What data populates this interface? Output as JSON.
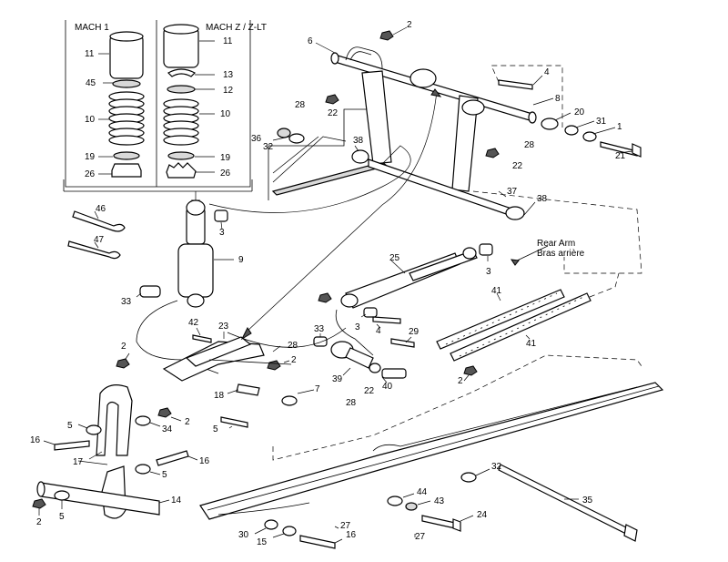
{
  "inset_left_title": "MACH 1",
  "inset_right_title": "MACH Z / Z-LT",
  "rear_arm_en": "Rear Arm",
  "rear_arm_fr": "Bras arrière",
  "callouts": [
    {
      "n": "2",
      "text": "2"
    },
    {
      "n": "6",
      "text": "6"
    },
    {
      "n": "4a",
      "text": "4"
    },
    {
      "n": "8",
      "text": "8"
    },
    {
      "n": "28a",
      "text": "28"
    },
    {
      "n": "22a",
      "text": "22"
    },
    {
      "n": "20",
      "text": "20"
    },
    {
      "n": "31",
      "text": "31"
    },
    {
      "n": "1",
      "text": "1"
    },
    {
      "n": "21",
      "text": "21"
    },
    {
      "n": "36",
      "text": "36"
    },
    {
      "n": "32a",
      "text": "32"
    },
    {
      "n": "38a",
      "text": "38"
    },
    {
      "n": "28b",
      "text": "28"
    },
    {
      "n": "22b",
      "text": "22"
    },
    {
      "n": "37",
      "text": "37"
    },
    {
      "n": "38b",
      "text": "38"
    },
    {
      "n": "11a",
      "text": "11"
    },
    {
      "n": "45",
      "text": "45"
    },
    {
      "n": "10a",
      "text": "10"
    },
    {
      "n": "19a",
      "text": "19"
    },
    {
      "n": "26a",
      "text": "26"
    },
    {
      "n": "11b",
      "text": "11"
    },
    {
      "n": "13",
      "text": "13"
    },
    {
      "n": "12",
      "text": "12"
    },
    {
      "n": "10b",
      "text": "10"
    },
    {
      "n": "19b",
      "text": "19"
    },
    {
      "n": "26b",
      "text": "26"
    },
    {
      "n": "46",
      "text": "46"
    },
    {
      "n": "47",
      "text": "47"
    },
    {
      "n": "3a",
      "text": "3"
    },
    {
      "n": "9",
      "text": "9"
    },
    {
      "n": "33a",
      "text": "33"
    },
    {
      "n": "25",
      "text": "25"
    },
    {
      "n": "3b",
      "text": "3"
    },
    {
      "n": "3c",
      "text": "3"
    },
    {
      "n": "4b",
      "text": "4"
    },
    {
      "n": "41a",
      "text": "41"
    },
    {
      "n": "41b",
      "text": "41"
    },
    {
      "n": "29",
      "text": "29"
    },
    {
      "n": "33b",
      "text": "33"
    },
    {
      "n": "42",
      "text": "42"
    },
    {
      "n": "23",
      "text": "23"
    },
    {
      "n": "2b",
      "text": "2"
    },
    {
      "n": "28c",
      "text": "28"
    },
    {
      "n": "2c",
      "text": "2"
    },
    {
      "n": "39",
      "text": "39"
    },
    {
      "n": "40",
      "text": "40"
    },
    {
      "n": "22c",
      "text": "22"
    },
    {
      "n": "28d",
      "text": "28"
    },
    {
      "n": "2d",
      "text": "2"
    },
    {
      "n": "18",
      "text": "18"
    },
    {
      "n": "7",
      "text": "7"
    },
    {
      "n": "5a",
      "text": "5"
    },
    {
      "n": "2e",
      "text": "2"
    },
    {
      "n": "5b",
      "text": "5"
    },
    {
      "n": "34",
      "text": "34"
    },
    {
      "n": "16a",
      "text": "16"
    },
    {
      "n": "17",
      "text": "17"
    },
    {
      "n": "16b",
      "text": "16"
    },
    {
      "n": "5c",
      "text": "5"
    },
    {
      "n": "14",
      "text": "14"
    },
    {
      "n": "2f",
      "text": "2"
    },
    {
      "n": "5d",
      "text": "5"
    },
    {
      "n": "32b",
      "text": "32"
    },
    {
      "n": "44",
      "text": "44"
    },
    {
      "n": "43",
      "text": "43"
    },
    {
      "n": "35",
      "text": "35"
    },
    {
      "n": "24",
      "text": "24"
    },
    {
      "n": "27a",
      "text": "27"
    },
    {
      "n": "27b",
      "text": "27"
    },
    {
      "n": "30",
      "text": "30"
    },
    {
      "n": "16c",
      "text": "16"
    },
    {
      "n": "15",
      "text": "15"
    }
  ]
}
